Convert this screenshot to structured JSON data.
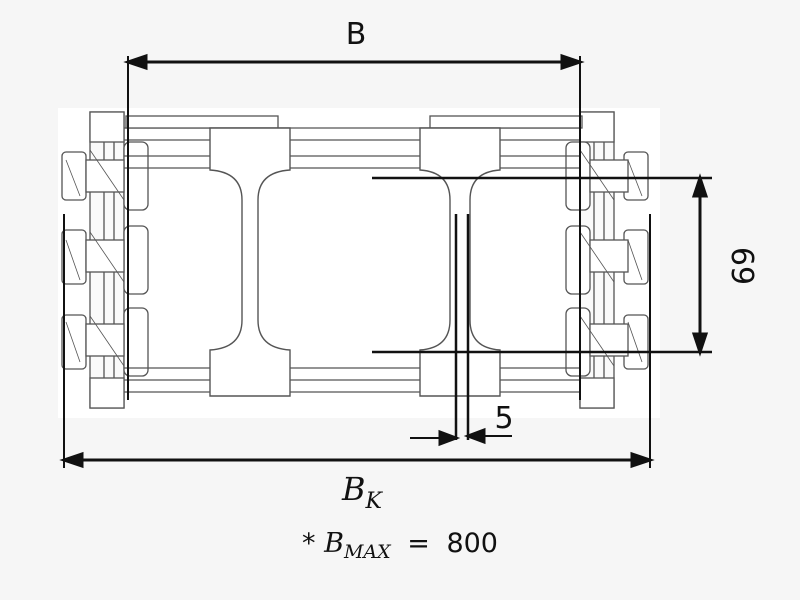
{
  "diagram": {
    "dim_top_label": "B",
    "dim_height_label": "69",
    "dim_gap_label": "5",
    "dim_bottom_label_main": "B",
    "dim_bottom_label_sub": "K"
  },
  "note": {
    "prefix": "*",
    "symbol": "B",
    "subscript": "MAX",
    "equals": "=",
    "value": "800"
  }
}
